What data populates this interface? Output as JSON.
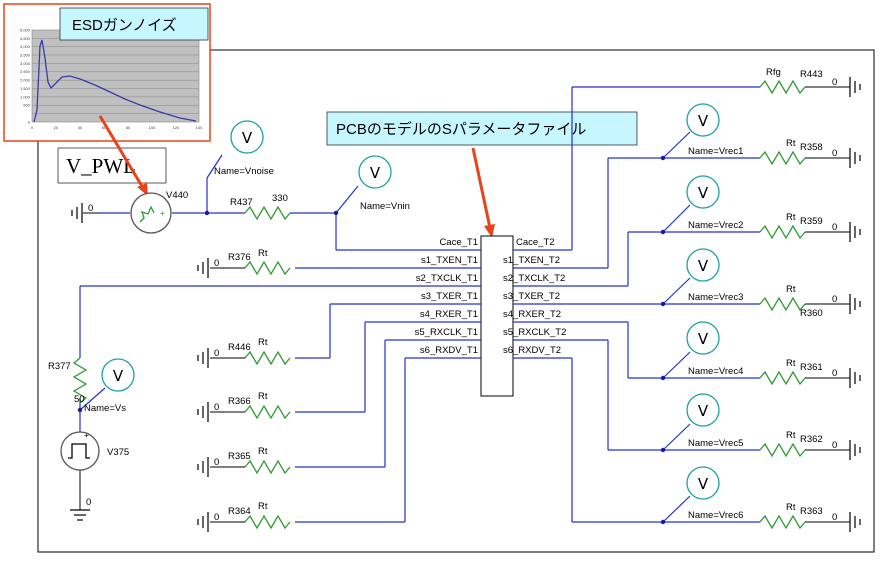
{
  "annotations": {
    "esd_noise_title": "ESDガンノイズ",
    "vpwl": "V_PWL",
    "sparam_file": "PCBのモデルのSパラメータファイル"
  },
  "source": {
    "v440": "V440",
    "v375": "V375"
  },
  "meters": {
    "vnoise": "Name=Vnoise",
    "vnin": "Name=Vnin",
    "vs": "Name=Vs",
    "vrec1": "Name=Vrec1",
    "vrec2": "Name=Vrec2",
    "vrec3": "Name=Vrec3",
    "vrec4": "Name=Vrec4",
    "vrec5": "Name=Vrec5",
    "vrec6": "Name=Vrec6",
    "v_symbol": "V"
  },
  "resistors": {
    "r437": "R437",
    "r437_val": "330",
    "r376": "R376",
    "r446": "R446",
    "r366": "R366",
    "r365": "R365",
    "r364": "R364",
    "r377": "R377",
    "r377_val": "50",
    "r443": "R443",
    "rfg": "Rfg",
    "r358": "R358",
    "r359": "R359",
    "r360": "R360",
    "r361": "R361",
    "r362": "R362",
    "r363": "R363",
    "rt": "Rt"
  },
  "ground_value": "0",
  "block": {
    "left_ports": [
      "Cace_T1",
      "s1_TXEN_T1",
      "s2_TXCLK_T1",
      "s3_TXER_T1",
      "s4_RXER_T1",
      "s5_RXCLK_T1",
      "s6_RXDV_T1"
    ],
    "right_ports": [
      "Cace_T2",
      "s1_TXEN_T2",
      "s2_TXCLK_T2",
      "s3_TXER_T2",
      "s4_RXER_T2",
      "s5_RXCLK_T2",
      "s6_RXDV_T2"
    ]
  },
  "esd_chart": {
    "y_ticks": [
      "5,000",
      "4,500",
      "4,000",
      "3,500",
      "3,000",
      "2,500",
      "2,000",
      "1,500",
      "1,000",
      "500",
      "0"
    ],
    "x_ticks": [
      "0",
      "20",
      "40",
      "60",
      "80",
      "100",
      "120",
      "140"
    ]
  },
  "colors": {
    "wire": "#2233cc",
    "resistor": "#2f9a2f",
    "meter": "#1aa0a0",
    "annotation": "#e8431a",
    "label_box": "#c6f6ff"
  }
}
